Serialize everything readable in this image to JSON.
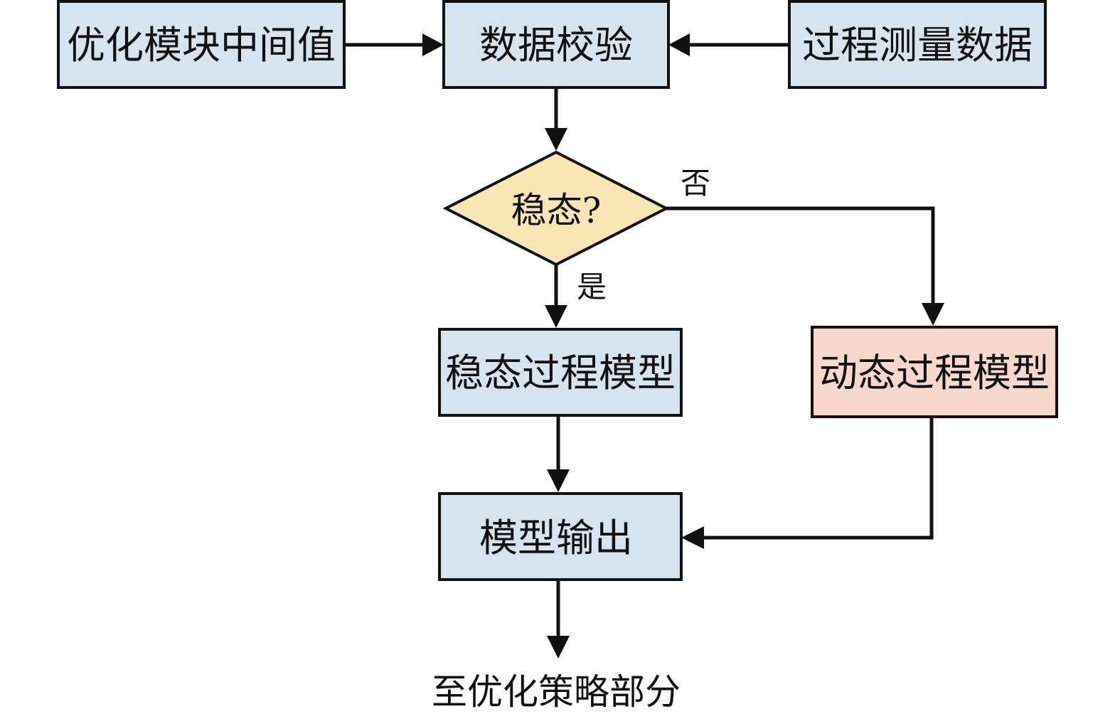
{
  "colors": {
    "process_fill": "#d6e4f0",
    "decision_fill": "#f8e6b6",
    "dynamic_fill": "#f6d8cc",
    "line": "#111111"
  },
  "nodes": {
    "optimization_intermediate": "优化模块中间值",
    "data_validation": "数据校验",
    "process_measurement": "过程测量数据",
    "steady_state_question": "稳态?",
    "steady_state_model": "稳态过程模型",
    "dynamic_model": "动态过程模型",
    "model_output": "模型输出"
  },
  "edge_labels": {
    "no": "否",
    "yes": "是"
  },
  "output_target": "至优化策略部分"
}
